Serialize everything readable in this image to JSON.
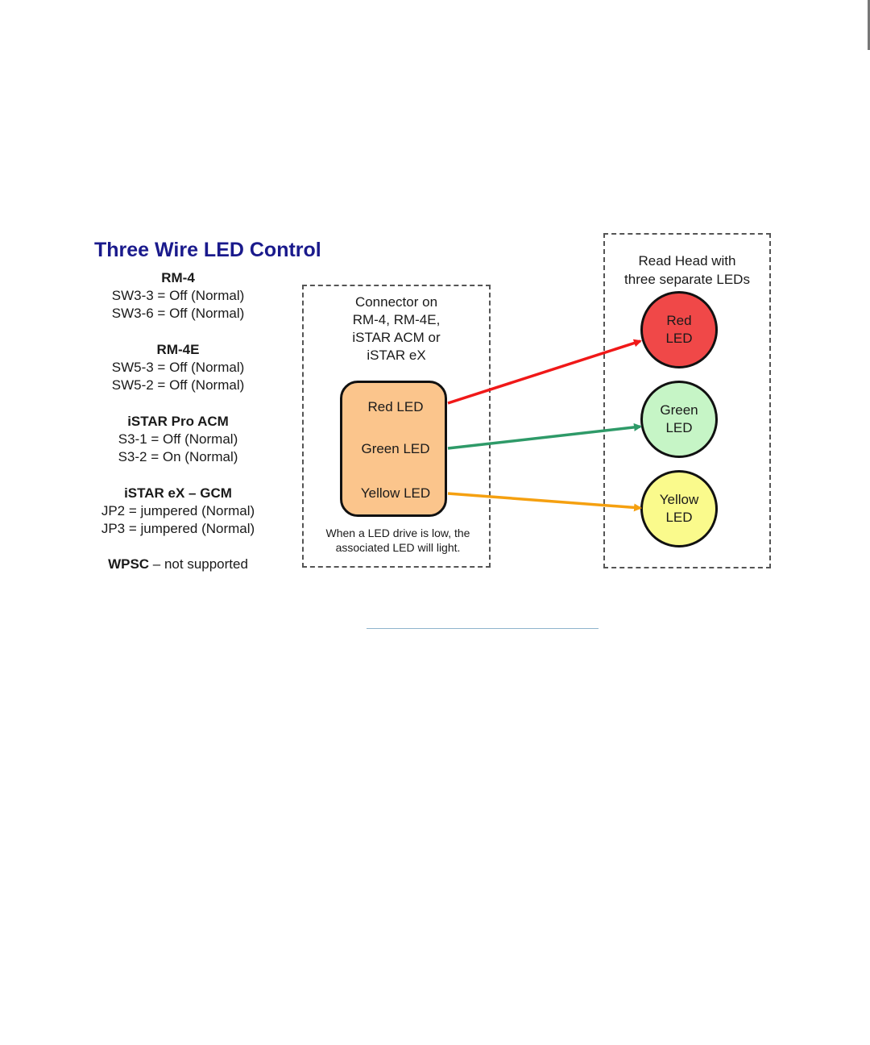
{
  "title": "Three Wire LED Control",
  "settings": [
    {
      "heading": "RM-4",
      "lines": [
        "SW3-3 = Off (Normal)",
        "SW3-6 = Off (Normal)"
      ]
    },
    {
      "heading": "RM-4E",
      "lines": [
        "SW5-3 = Off (Normal)",
        "SW5-2 = Off (Normal)"
      ]
    },
    {
      "heading": "iSTAR Pro ACM",
      "lines": [
        "S3-1 = Off (Normal)",
        "S3-2 = On (Normal)"
      ]
    },
    {
      "heading": "iSTAR eX – GCM",
      "lines": [
        "JP2 = jumpered (Normal)",
        "JP3 = jumpered (Normal)"
      ]
    }
  ],
  "wpsc": {
    "bold": "WPSC",
    "rest": " – not supported"
  },
  "connector": {
    "title_lines": [
      "Connector on",
      "RM-4, RM-4E,",
      "iSTAR ACM or",
      "iSTAR eX"
    ],
    "leds": [
      "Red LED",
      "Green LED",
      "Yellow LED"
    ],
    "note_lines": [
      "When a LED drive is low, the",
      "associated LED will light."
    ]
  },
  "read_head": {
    "title_lines": [
      "Read Head with",
      "three separate LEDs"
    ],
    "leds": [
      {
        "line1": "Red",
        "line2": "LED",
        "fill": "#f04848"
      },
      {
        "line1": "Green",
        "line2": "LED",
        "fill": "#c6f5c6"
      },
      {
        "line1": "Yellow",
        "line2": "LED",
        "fill": "#fafa8c"
      }
    ]
  },
  "colors": {
    "title": "#1a1a8c",
    "red_wire": "#f01818",
    "green_wire": "#2e9a68",
    "yellow_wire": "#f5a010",
    "connector_fill": "#fbc58c"
  }
}
